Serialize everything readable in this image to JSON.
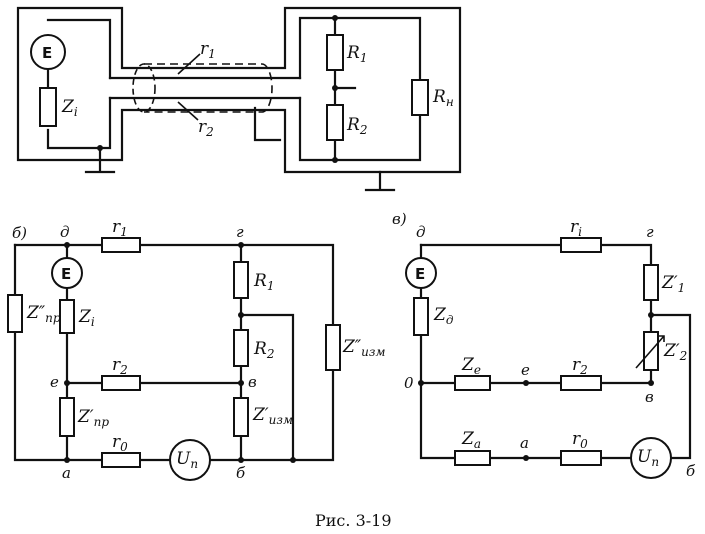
{
  "caption": "Рис. 3-19",
  "diagram_a": {
    "source": "E",
    "zi": {
      "main": "Z",
      "sub": "i"
    },
    "r1": {
      "main": "r",
      "sub": "1"
    },
    "r2": {
      "main": "r",
      "sub": "2"
    },
    "R1": {
      "main": "R",
      "sub": "1"
    },
    "R2": {
      "main": "R",
      "sub": "2"
    },
    "Rn": {
      "main": "R",
      "sub": "н"
    }
  },
  "diagram_b": {
    "label": "б)",
    "source": "E",
    "un": {
      "main": "U",
      "sub": "п"
    },
    "zi": {
      "main": "Z",
      "sub": "i"
    },
    "zpr2": {
      "main": "Z″",
      "sub": "пр"
    },
    "zpr1": {
      "main": "Z′",
      "sub": "пр"
    },
    "r1": {
      "main": "r",
      "sub": "1"
    },
    "r2": {
      "main": "r",
      "sub": "2"
    },
    "r0": {
      "main": "r",
      "sub": "0"
    },
    "R1": {
      "main": "R",
      "sub": "1"
    },
    "R2": {
      "main": "R",
      "sub": "2"
    },
    "zizm1": {
      "main": "Z′",
      "sub": "изм"
    },
    "zizm2": {
      "main": "Z″",
      "sub": "изм"
    },
    "nodes": {
      "d": "д",
      "g": "г",
      "e": "е",
      "v": "в",
      "a": "а",
      "b": "б"
    }
  },
  "diagram_c": {
    "label": "в)",
    "source": "E",
    "un": {
      "main": "U",
      "sub": "п"
    },
    "ri": {
      "main": "r",
      "sub": "i"
    },
    "zd": {
      "main": "Z",
      "sub": "д"
    },
    "ze": {
      "main": "Z",
      "sub": "е"
    },
    "za": {
      "main": "Z",
      "sub": "а"
    },
    "r2": {
      "main": "r",
      "sub": "2"
    },
    "r0": {
      "main": "r",
      "sub": "0"
    },
    "z1": {
      "main": "Z′",
      "sub": "1"
    },
    "z2": {
      "main": "Z′",
      "sub": "2"
    },
    "nodes": {
      "d": "д",
      "g": "г",
      "o": "0",
      "e": "е",
      "v": "в",
      "a": "а",
      "b": "б"
    }
  }
}
